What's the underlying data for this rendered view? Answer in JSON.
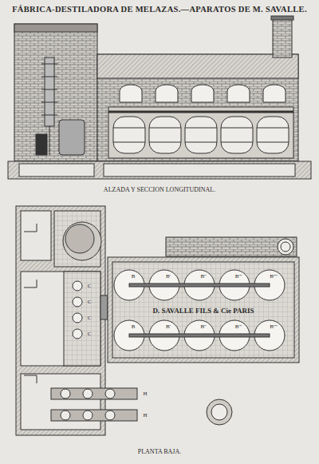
{
  "diagram": {
    "title": "FÁBRICA-DESTILADORA DE MELAZAS.—APARATOS DE M. SAVALLE.",
    "labels": [
      "ALZADA Y SECCION LONGITUDINAL.",
      "PLANTA BAJA.",
      "D. SAVALLE FILS & Cie PARIS",
      "B",
      "B'",
      "B''",
      "B'''",
      "B''''",
      "B",
      "B'",
      "B''",
      "B'''",
      "B''''",
      "C",
      "C",
      "C",
      "C",
      "H",
      "H"
    ]
  }
}
